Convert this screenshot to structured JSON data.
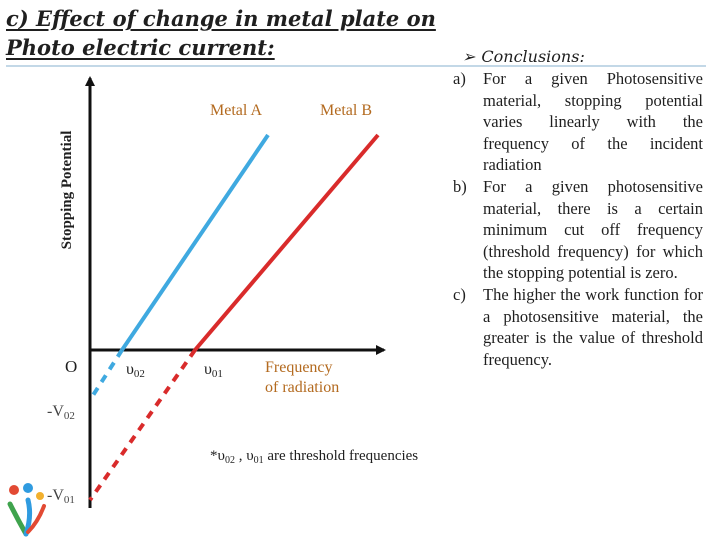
{
  "title": {
    "line1": "c) Effect of change in metal plate on",
    "line2": "Photo electric current:"
  },
  "diagram": {
    "ylabel": "Stopping Potential",
    "origin_label": "O",
    "xlabel_line1": "Frequency",
    "xlabel_line2": "of radiation",
    "metal_a_label": "Metal A",
    "metal_b_label": "Metal B",
    "v02_main": "υ",
    "v02_sub": "02",
    "v01_main": "υ",
    "v01_sub": "01",
    "neg_v02_main": "-V",
    "neg_v02_sub": "02",
    "neg_v01_main": "-V",
    "neg_v01_sub": "01",
    "footnote": {
      "p1": "*υ",
      "s1": "02",
      "p2": " , υ",
      "s2": "01",
      "p3": " are threshold frequencies"
    },
    "colors": {
      "metal_a": "#3fa9e0",
      "metal_b": "#d92b2b",
      "axis": "#111111"
    }
  },
  "conclusions": {
    "heading": "Conclusions:",
    "arrow": "➢",
    "items": [
      {
        "marker": "a)",
        "text": "For a given Photosensitive material, stopping potential varies linearly with the frequency of the incident radiation"
      },
      {
        "marker": "b)",
        "text": "For a given photosensitive material, there is a certain minimum cut off frequency (threshold frequency) for which the stopping potential is zero."
      },
      {
        "marker": "c)",
        "text": "The higher the work function for a photosensitive material, the greater is the value of threshold frequency."
      }
    ]
  }
}
